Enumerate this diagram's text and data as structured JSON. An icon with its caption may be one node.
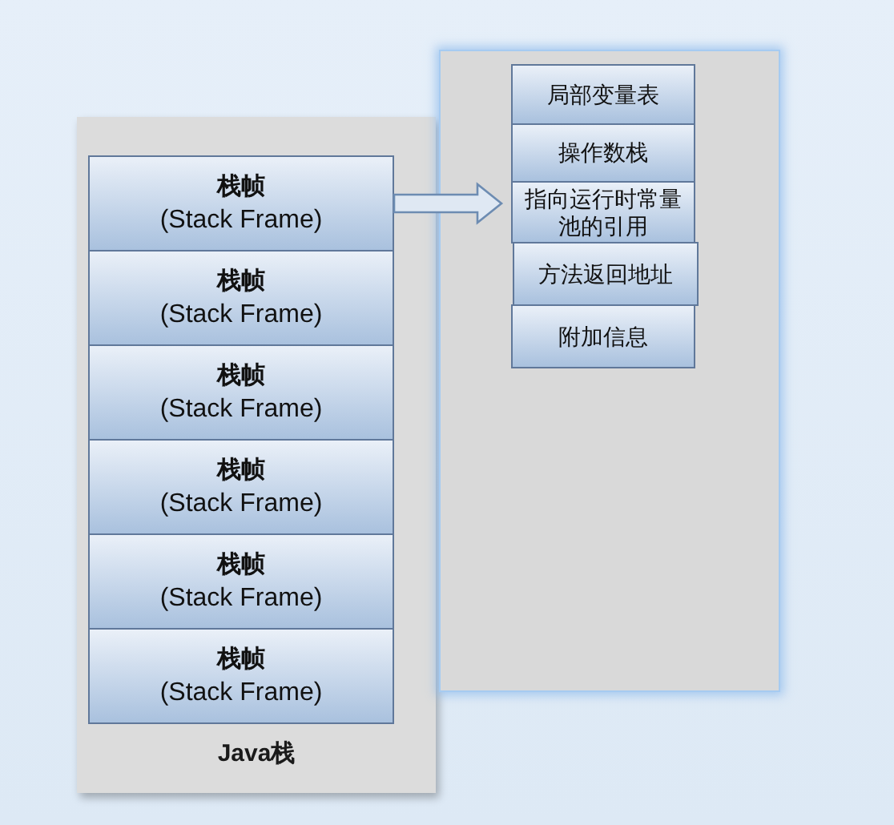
{
  "diagram": {
    "nodes": [
      {
        "text": [
          "Java栈"
        ]
      },
      {
        "text": [
          "栈帧",
          "(Stack Frame)"
        ],
        "in": 0
      },
      {
        "text": [
          "栈帧",
          "(Stack Frame)"
        ],
        "in": 0
      },
      {
        "text": [
          "栈帧",
          "(Stack Frame)"
        ],
        "in": 0
      },
      {
        "text": [
          "栈帧",
          "(Stack Frame)"
        ],
        "in": 0
      },
      {
        "text": [
          "栈帧",
          "(Stack Frame)"
        ],
        "in": 0
      },
      {
        "text": [
          "栈帧",
          "(Stack Frame)"
        ],
        "in": 0
      },
      {
        "text": [],
        "shape": "box"
      },
      {
        "text": [
          "局部变量表"
        ],
        "in": 7
      },
      {
        "text": [
          "操作数栈"
        ],
        "in": 7
      },
      {
        "text": [
          "指向运行时常量池的引用"
        ],
        "in": 7
      },
      {
        "text": [
          "方法返回地址"
        ],
        "in": 7
      },
      {
        "text": [
          "附加信息"
        ],
        "in": 7
      }
    ],
    "edges": [
      {
        "from": 1,
        "to": 7,
        "arrow": "to",
        "style": "thick"
      }
    ]
  }
}
